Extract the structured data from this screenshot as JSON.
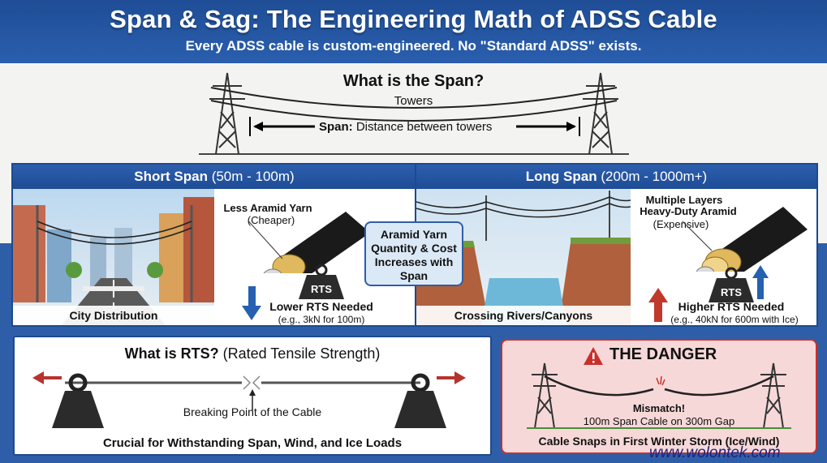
{
  "header": {
    "title": "Span & Sag: The Engineering Math of ADSS Cable",
    "subtitle": "Every ADSS cable is custom-engineered. No \"Standard ADSS\" exists."
  },
  "span_section": {
    "question": "What is the Span?",
    "towers_label": "Towers",
    "span_term": "Span:",
    "span_definition": "Distance between towers"
  },
  "short_span": {
    "title": "Short Span",
    "range": "(50m - 100m)",
    "scene_caption": "City Distribution",
    "yarn_label": "Less Aramid Yarn",
    "yarn_note": "(Cheaper)",
    "rts_tag": "RTS",
    "rts_needed": "Lower RTS Needed",
    "rts_example": "(e.g., 3kN for 100m)"
  },
  "long_span": {
    "title": "Long Span",
    "range": "(200m - 1000m+)",
    "scene_caption": "Crossing Rivers/Canyons",
    "yarn_label_1": "Multiple Layers",
    "yarn_label_2": "Heavy-Duty Aramid",
    "yarn_note": "(Expensive)",
    "rts_tag": "RTS",
    "rts_needed": "Higher RTS Needed",
    "rts_example": "(e.g., 40kN for 600m with Ice)"
  },
  "center_callout": {
    "line1": "Aramid Yarn",
    "line2": "Quantity & Cost",
    "line3": "Increases with",
    "line4": "Span"
  },
  "rts_section": {
    "title": "What is RTS?",
    "title_expansion": "(Rated Tensile Strength)",
    "breaking_point": "Breaking Point of the Cable",
    "caption": "Crucial for Withstanding Span, Wind, and Ice Loads"
  },
  "danger": {
    "title": "THE DANGER",
    "mismatch": "Mismatch!",
    "mismatch_detail": "100m Span Cable on 300m Gap",
    "caption": "Cable Snaps in First Winter Storm (Ice/Wind)"
  },
  "watermark": "www.wolontek.com",
  "colors": {
    "brand_blue": "#1e4c95",
    "danger_red": "#c9302c",
    "up_arrow_red": "#c0392b",
    "down_arrow_blue": "#2660b0",
    "callout_fill": "#dbe9f7"
  },
  "icons": [
    "transmission-tower-icon",
    "cable-cross-section-icon",
    "weight-icon",
    "warning-icon",
    "arrow-icon"
  ]
}
